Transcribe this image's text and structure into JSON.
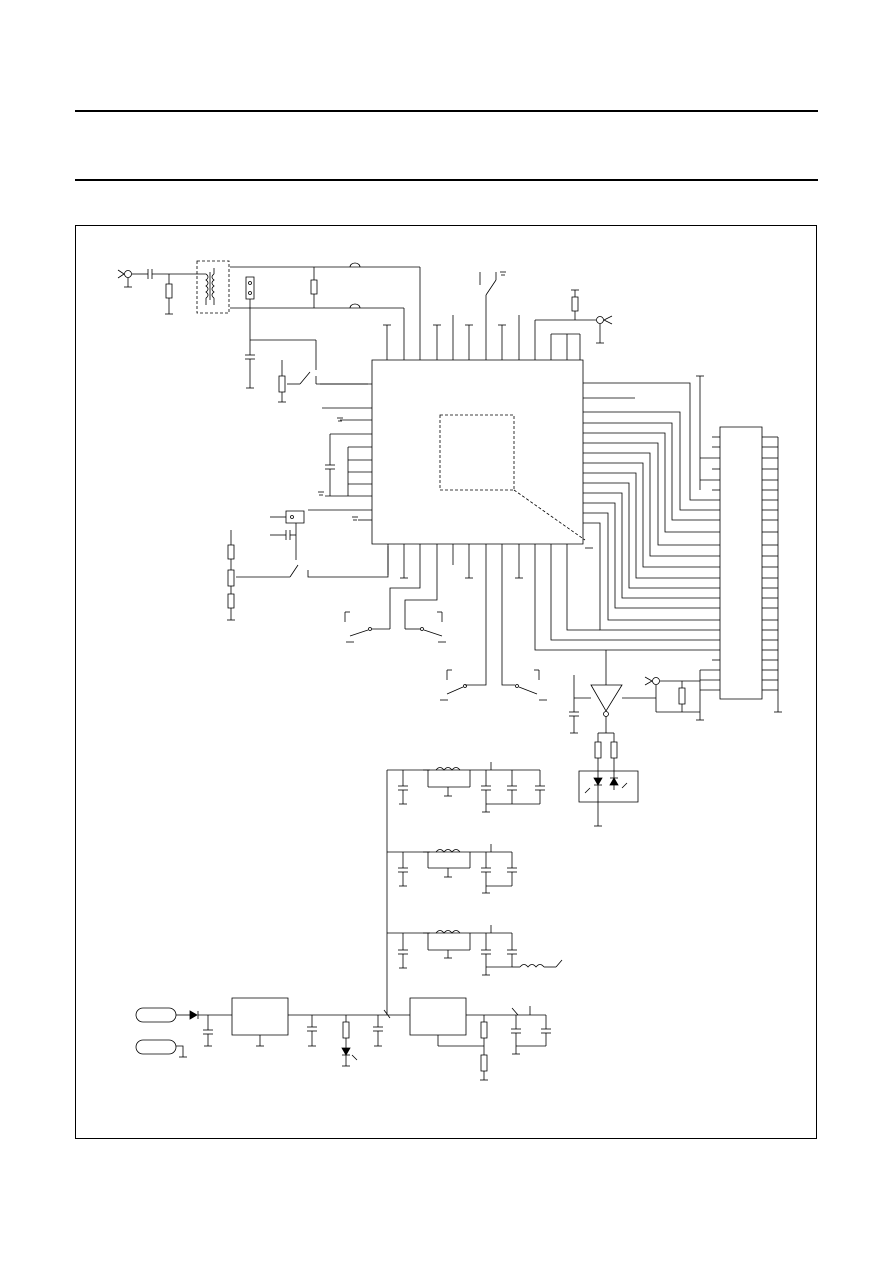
{
  "page": {
    "header_rules": 2,
    "figure_frame": true
  },
  "schematic": {
    "stroke_color": "#000000",
    "background_color": "#ffffff",
    "main_ic_pin_count_top": 10,
    "main_ic_pin_count_right": 18,
    "main_ic_pin_count_left": 10,
    "main_ic_pin_count_bottom": 8,
    "connector_pin_count": 24,
    "regulator_blocks": 2,
    "filter_stages": 3
  }
}
